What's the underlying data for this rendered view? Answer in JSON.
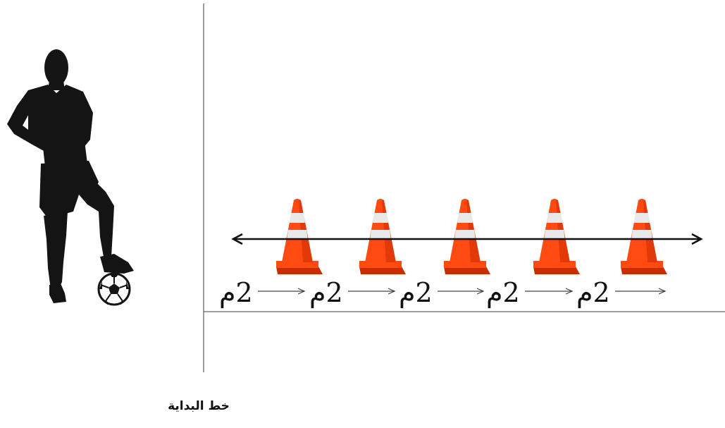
{
  "start_line_label": "خط البداية",
  "cones": {
    "count": 5,
    "colors": {
      "body": "#ff4a12",
      "shade": "#c82d00",
      "stripe": "#e9e9e9",
      "base": "#ff4a12"
    }
  },
  "distance_labels": [
    "م2",
    "م2",
    "م2",
    "م2",
    "م2"
  ],
  "icons": {
    "player": "soccer-player-silhouette-icon",
    "ball": "soccer-ball-icon",
    "cone": "traffic-cone-icon"
  },
  "line_color": "#111111"
}
